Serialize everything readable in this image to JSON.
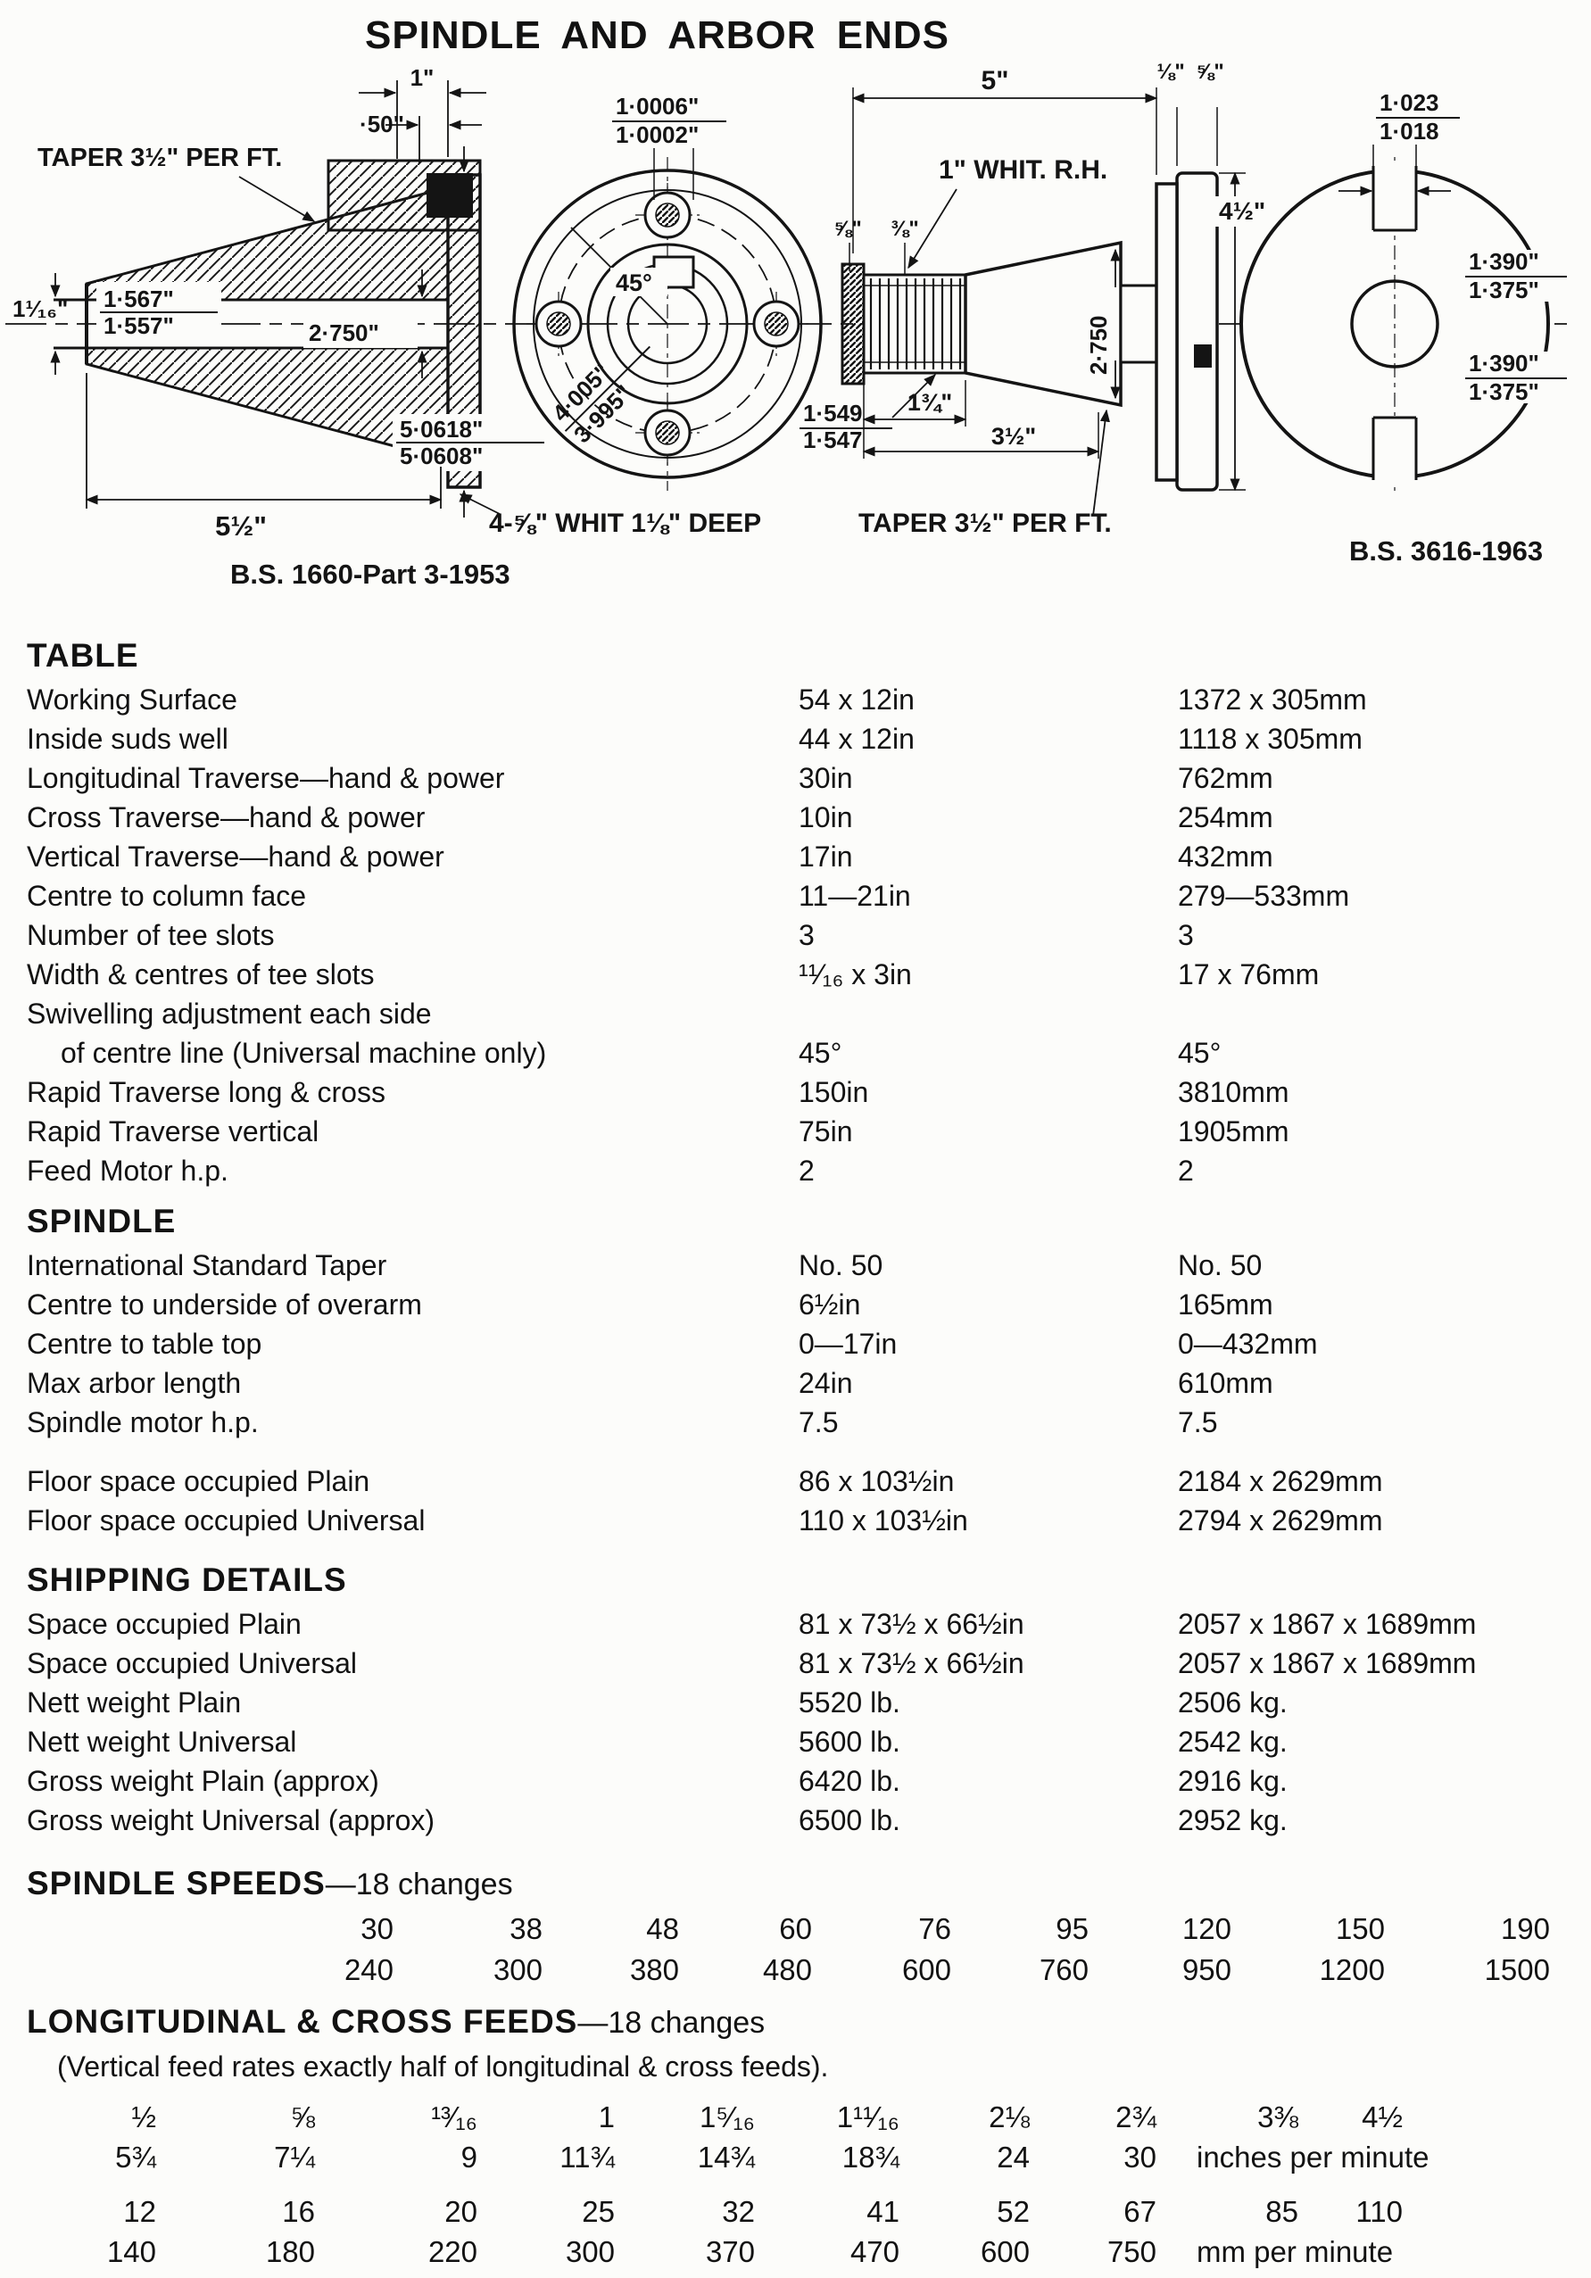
{
  "title": "SPINDLE AND ARBOR ENDS",
  "drawing": {
    "taper_left": "TAPER 3½\" PER FT.",
    "dim_1": "1\"",
    "dim_50": "·50\"",
    "dim_1_1_16": "1¹⁄₁₆\"",
    "dim_1567": "1·567\"",
    "dim_1557": "1·557\"",
    "dim_2750_flange": "2·750\"",
    "dim_50618": "5·0618\"",
    "dim_50608": "5·0608\"",
    "dim_5_half": "5½\"",
    "whit_deep": "4-⅝\" WHIT 1⅛\" DEEP",
    "bs_left": "B.S. 1660-Part 3-1953",
    "dim_10006": "1·0006\"",
    "dim_10002": "1·0002\"",
    "dim_45": "45°",
    "dim_4005": "4·005\"",
    "dim_3995": "3·995\"",
    "dim_5": "5\"",
    "dim_1_8": "⅛\"",
    "dim_5_8_disc": "⅝\"",
    "whit_rh": "1\" WHIT. R.H.",
    "dim_5_8": "⅝\"",
    "dim_3_8": "⅜\"",
    "dim_2750_arbor": "2·750",
    "dim_1549": "1·549",
    "dim_1547": "1·547",
    "dim_1_34": "1¾\"",
    "dim_3_half": "3½\"",
    "taper_right": "TAPER 3½\" PER FT.",
    "dim_4_half": "4½\"",
    "dim_1023": "1·023",
    "dim_1018": "1·018",
    "dim_1390_upper": "1·390\"",
    "dim_1375_upper": "1·375\"",
    "dim_1390_lower": "1·390\"",
    "dim_1375_lower": "1·375\"",
    "bs_right": "B.S. 3616-1963"
  },
  "table_section": {
    "heading": "TABLE",
    "rows": [
      {
        "label": "Working Surface",
        "imperial": "54 x 12in",
        "metric": "1372 x 305mm"
      },
      {
        "label": "Inside suds well",
        "imperial": "44 x 12in",
        "metric": "1118 x 305mm"
      },
      {
        "label": "Longitudinal Traverse—hand & power",
        "imperial": "30in",
        "metric": "762mm"
      },
      {
        "label": "Cross Traverse—hand & power",
        "imperial": "10in",
        "metric": "254mm"
      },
      {
        "label": "Vertical Traverse—hand & power",
        "imperial": "17in",
        "metric": "432mm"
      },
      {
        "label": "Centre to column face",
        "imperial": "11—21in",
        "metric": "279—533mm"
      },
      {
        "label": "Number of tee slots",
        "imperial": "3",
        "metric": "3"
      },
      {
        "label": "Width & centres of tee slots",
        "imperial": "¹¹⁄₁₆ x 3in",
        "metric": "17 x 76mm"
      },
      {
        "label": "Swivelling adjustment each side",
        "imperial": "",
        "metric": ""
      },
      {
        "label": "of centre line (Universal machine only)",
        "imperial": "45°",
        "metric": "45°"
      },
      {
        "label": "Rapid Traverse long & cross",
        "imperial": "150in",
        "metric": "3810mm"
      },
      {
        "label": "Rapid Traverse vertical",
        "imperial": "75in",
        "metric": "1905mm"
      },
      {
        "label": "Feed Motor h.p.",
        "imperial": "2",
        "metric": "2"
      }
    ]
  },
  "spindle_section": {
    "heading": "SPINDLE",
    "rows": [
      {
        "label": "International Standard Taper",
        "imperial": "No. 50",
        "metric": "No. 50"
      },
      {
        "label": "Centre to underside of overarm",
        "imperial": "6½in",
        "metric": "165mm"
      },
      {
        "label": "Centre to table top",
        "imperial": "0—17in",
        "metric": "0—432mm"
      },
      {
        "label": "Max arbor length",
        "imperial": "24in",
        "metric": "610mm"
      },
      {
        "label": "Spindle motor h.p.",
        "imperial": "7.5",
        "metric": "7.5"
      }
    ],
    "floor_rows": [
      {
        "label": "Floor space occupied Plain",
        "imperial": "86 x 103½in",
        "metric": "2184 x 2629mm"
      },
      {
        "label": "Floor space occupied Universal",
        "imperial": "110 x 103½in",
        "metric": "2794 x 2629mm"
      }
    ]
  },
  "shipping_section": {
    "heading": "SHIPPING DETAILS",
    "rows": [
      {
        "label": "Space occupied Plain",
        "imperial": "81 x 73½ x 66½in",
        "metric": "2057 x 1867 x 1689mm"
      },
      {
        "label": "Space occupied Universal",
        "imperial": "81 x 73½ x 66½in",
        "metric": "2057 x 1867 x 1689mm"
      },
      {
        "label": "Nett weight Plain",
        "imperial": "5520 lb.",
        "metric": "2506 kg."
      },
      {
        "label": "Nett weight Universal",
        "imperial": "5600 lb.",
        "metric": "2542 kg."
      },
      {
        "label": "Gross weight Plain (approx)",
        "imperial": "6420 lb.",
        "metric": "2916 kg."
      },
      {
        "label": "Gross weight Universal (approx)",
        "imperial": "6500 lb.",
        "metric": "2952 kg."
      }
    ]
  },
  "speeds_section": {
    "heading": "SPINDLE SPEEDS",
    "suffix": "—18 changes",
    "row1": [
      "30",
      "38",
      "48",
      "60",
      "76",
      "95",
      "120",
      "150",
      "190"
    ],
    "row2": [
      "240",
      "300",
      "380",
      "480",
      "600",
      "760",
      "950",
      "1200",
      "1500"
    ]
  },
  "feeds_section": {
    "heading": "LONGITUDINAL & CROSS FEEDS",
    "suffix": "—18 changes",
    "note": "(Vertical feed rates exactly half of longitudinal & cross feeds).",
    "inch_row1": [
      "½",
      "⅝",
      "¹³⁄₁₆",
      "1",
      "1⁵⁄₁₆",
      "1¹¹⁄₁₆",
      "2⅛",
      "2¾",
      "3⅜",
      "4½"
    ],
    "inch_row2": [
      "5¾",
      "7¼",
      "9",
      "11¾",
      "14¾",
      "18¾",
      "24",
      "30"
    ],
    "inch_unit": "inches per minute",
    "mm_row1": [
      "12",
      "16",
      "20",
      "25",
      "32",
      "41",
      "52",
      "67",
      "85",
      "110"
    ],
    "mm_row2": [
      "140",
      "180",
      "220",
      "300",
      "370",
      "470",
      "600",
      "750"
    ],
    "mm_unit": "mm per minute"
  }
}
